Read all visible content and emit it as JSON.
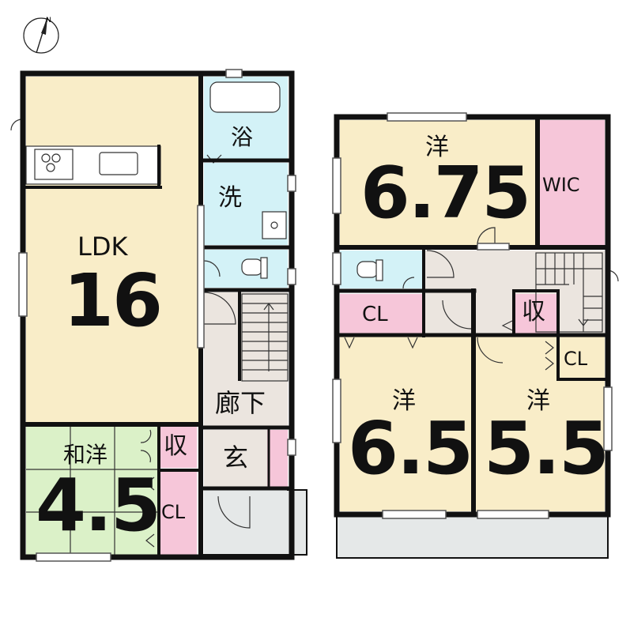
{
  "compass": {
    "label": "N"
  },
  "floor1": {
    "ldk": {
      "name": "LDK",
      "size": "16"
    },
    "bath": {
      "name": "浴"
    },
    "washroom": {
      "name": "洗"
    },
    "hallway": {
      "name": "廊下"
    },
    "entrance": {
      "name": "玄"
    },
    "japanese_room": {
      "name": "和洋",
      "size": "4.5"
    },
    "storage": {
      "name": "収"
    },
    "closet": {
      "name": "CL"
    }
  },
  "floor2": {
    "room_north": {
      "name": "洋",
      "size": "6.75"
    },
    "walk_in_closet": {
      "name": "WIC"
    },
    "closet_left": {
      "name": "CL"
    },
    "storage": {
      "name": "収"
    },
    "closet_right": {
      "name": "CL"
    },
    "room_southwest": {
      "name": "洋",
      "size": "6.5"
    },
    "room_southeast": {
      "name": "洋",
      "size": "5.5"
    }
  },
  "colors": {
    "living": "#f9edc8",
    "wet_area": "#d3f2f7",
    "storage": "#f6c6d9",
    "tatami": "#dbf1c8",
    "corridor": "#ebe5df",
    "exterior": "#e5e8e8",
    "wall": "#111111"
  }
}
